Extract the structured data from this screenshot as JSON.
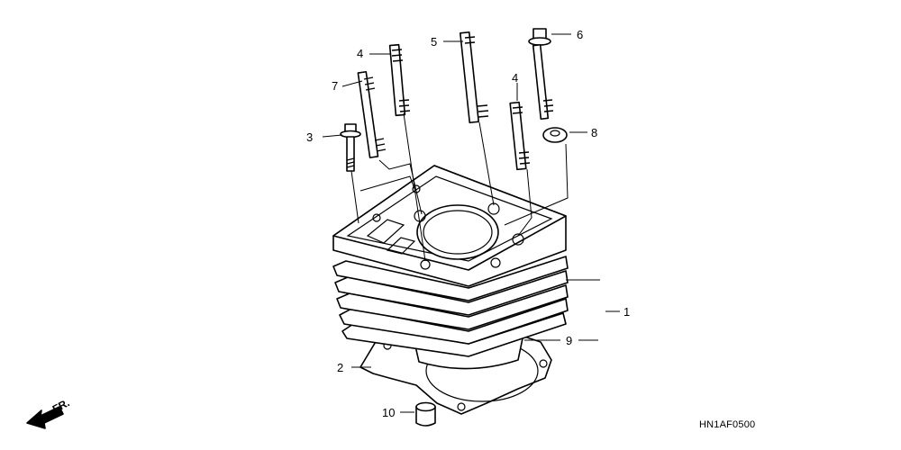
{
  "callouts": {
    "c1": "1",
    "c2": "2",
    "c3": "3",
    "c4a": "4",
    "c4b": "4",
    "c5": "5",
    "c6": "6",
    "c7": "7",
    "c8": "8",
    "c9": "9",
    "c10": "10"
  },
  "diagram_code": "HN1AF0500",
  "front_indicator": "FR."
}
